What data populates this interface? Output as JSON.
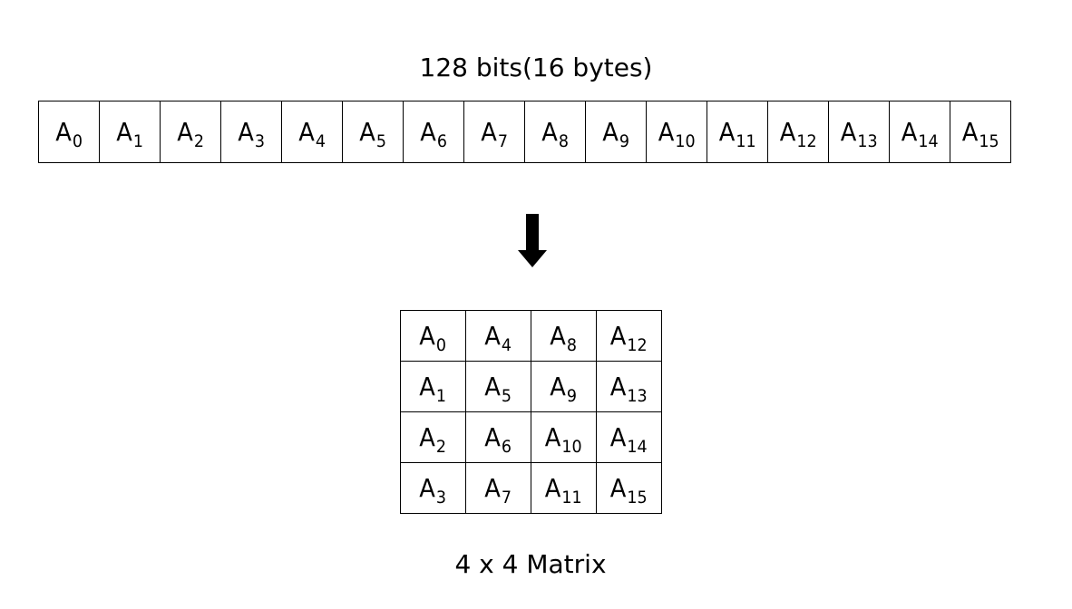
{
  "diagram": {
    "title": "128 bits(16 bytes)",
    "bytes": [
      {
        "base": "A",
        "sub": "0"
      },
      {
        "base": "A",
        "sub": "1"
      },
      {
        "base": "A",
        "sub": "2"
      },
      {
        "base": "A",
        "sub": "3"
      },
      {
        "base": "A",
        "sub": "4"
      },
      {
        "base": "A",
        "sub": "5"
      },
      {
        "base": "A",
        "sub": "6"
      },
      {
        "base": "A",
        "sub": "7"
      },
      {
        "base": "A",
        "sub": "8"
      },
      {
        "base": "A",
        "sub": "9"
      },
      {
        "base": "A",
        "sub": "10"
      },
      {
        "base": "A",
        "sub": "11"
      },
      {
        "base": "A",
        "sub": "12"
      },
      {
        "base": "A",
        "sub": "13"
      },
      {
        "base": "A",
        "sub": "14"
      },
      {
        "base": "A",
        "sub": "15"
      }
    ],
    "arrow_icon": "down-arrow-icon",
    "matrix": [
      [
        {
          "base": "A",
          "sub": "0"
        },
        {
          "base": "A",
          "sub": "4"
        },
        {
          "base": "A",
          "sub": "8"
        },
        {
          "base": "A",
          "sub": "12"
        }
      ],
      [
        {
          "base": "A",
          "sub": "1"
        },
        {
          "base": "A",
          "sub": "5"
        },
        {
          "base": "A",
          "sub": "9"
        },
        {
          "base": "A",
          "sub": "13"
        }
      ],
      [
        {
          "base": "A",
          "sub": "2"
        },
        {
          "base": "A",
          "sub": "6"
        },
        {
          "base": "A",
          "sub": "10"
        },
        {
          "base": "A",
          "sub": "14"
        }
      ],
      [
        {
          "base": "A",
          "sub": "3"
        },
        {
          "base": "A",
          "sub": "7"
        },
        {
          "base": "A",
          "sub": "11"
        },
        {
          "base": "A",
          "sub": "15"
        }
      ]
    ],
    "caption": "4 x 4 Matrix"
  }
}
